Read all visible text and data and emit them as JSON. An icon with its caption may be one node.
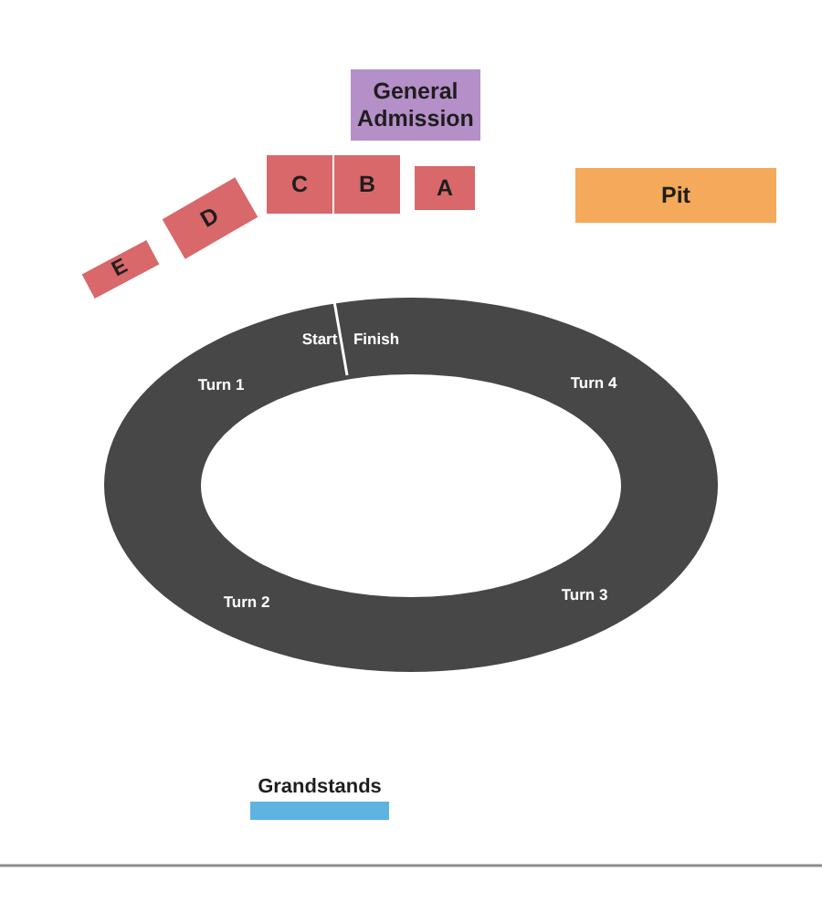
{
  "diagram": {
    "nodes": [
      {
        "text": [
          "General Admission"
        ]
      },
      {
        "text": [
          "C"
        ]
      },
      {
        "text": [
          "B"
        ]
      },
      {
        "text": [
          "A"
        ]
      },
      {
        "text": [
          "D"
        ]
      },
      {
        "text": [
          "E"
        ]
      },
      {
        "text": [
          "Pit"
        ]
      },
      {
        "text": [
          "Start",
          "Finish",
          "Turn 1",
          "Turn 4",
          "Turn 2",
          "Turn 3"
        ]
      },
      {
        "text": [
          "Grandstands"
        ]
      }
    ]
  }
}
